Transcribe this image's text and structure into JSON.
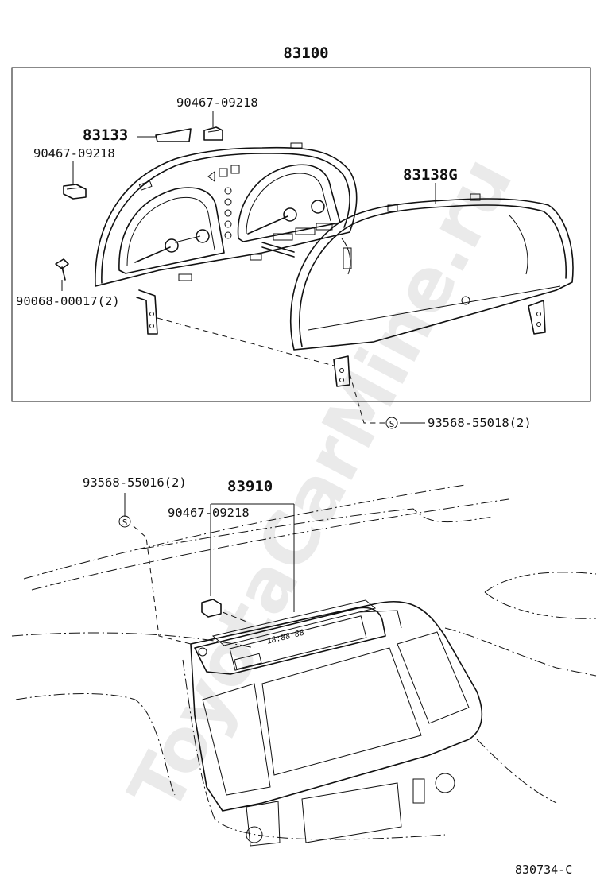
{
  "watermark": "ToyotaCarMine.ru",
  "labels": {
    "assembly": "83100",
    "clip_a": "90467-09218",
    "plate": "83133",
    "clip_b": "90467-09218",
    "lens": "83138G",
    "screw": "90068-00017(2)",
    "screw_s1": "93568-55018(2)",
    "screw_s2": "93568-55016(2)",
    "clock": "83910",
    "clip_c": "90467-09218",
    "s_mark": "S",
    "diagram_code": "830734-C"
  }
}
